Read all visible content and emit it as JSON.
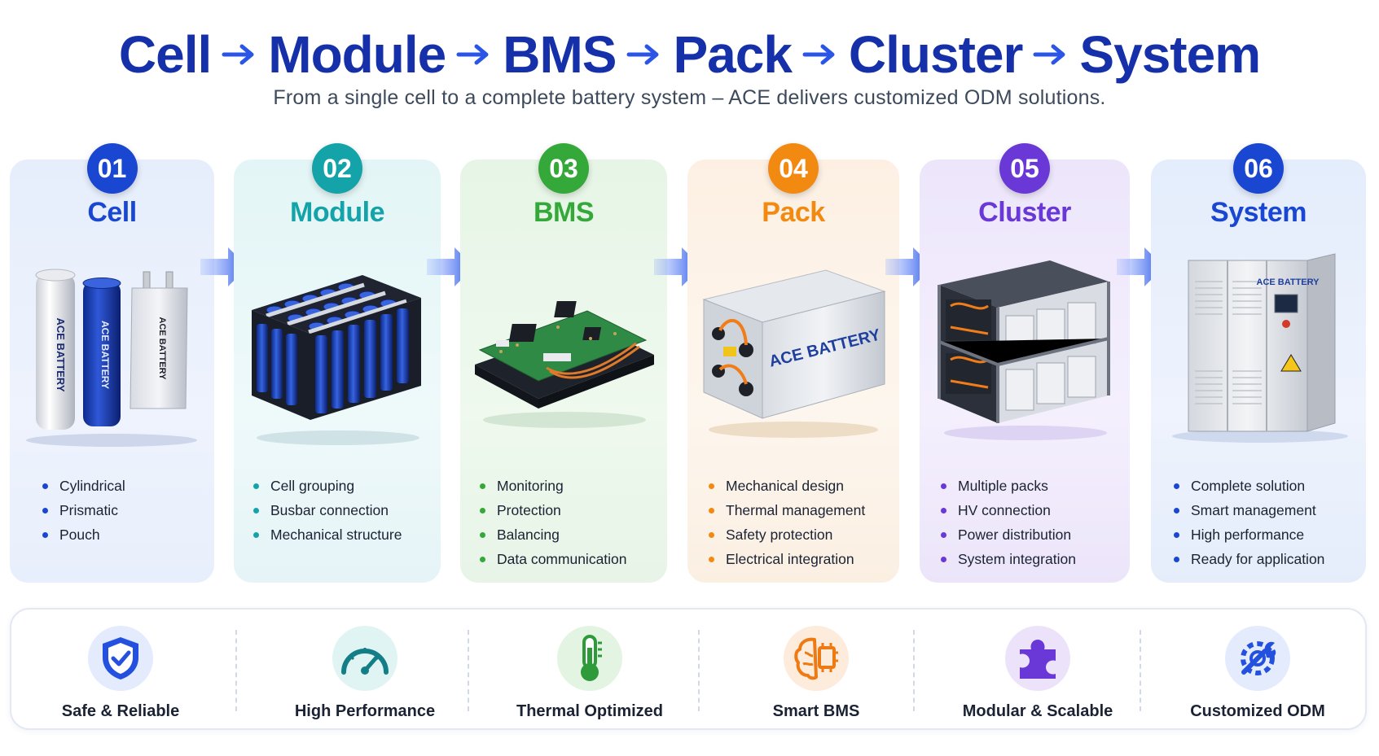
{
  "title": {
    "words": [
      "Cell",
      "Module",
      "BMS",
      "Pack",
      "Cluster",
      "System"
    ],
    "subtitle": "From a single cell to a complete battery system – ACE delivers customized ODM solutions."
  },
  "stages": [
    {
      "num": "01",
      "name": "Cell",
      "color": "#1a47d1",
      "bullet_color": "#1a47d1",
      "bullets": [
        "Cylindrical",
        "Prismatic",
        "Pouch"
      ],
      "image_label": "ACE BATTERY"
    },
    {
      "num": "02",
      "name": "Module",
      "color": "#14a3a8",
      "bullet_color": "#14a3a8",
      "bullets": [
        "Cell grouping",
        "Busbar connection",
        "Mechanical structure"
      ]
    },
    {
      "num": "03",
      "name": "BMS",
      "color": "#35a83a",
      "bullet_color": "#35a83a",
      "bullets": [
        "Monitoring",
        "Protection",
        "Balancing",
        "Data communication"
      ]
    },
    {
      "num": "04",
      "name": "Pack",
      "color": "#f28a12",
      "bullet_color": "#f28a12",
      "bullets": [
        "Mechanical design",
        "Thermal management",
        "Safety protection",
        "Electrical integration"
      ],
      "image_label": "ACE BATTERY"
    },
    {
      "num": "05",
      "name": "Cluster",
      "color": "#6a38d6",
      "bullet_color": "#6a38d6",
      "bullets": [
        "Multiple packs",
        "HV connection",
        "Power distribution",
        "System integration"
      ]
    },
    {
      "num": "06",
      "name": "System",
      "color": "#1a47d1",
      "bullet_color": "#1a47d1",
      "bullets": [
        "Complete solution",
        "Smart management",
        "High performance",
        "Ready for application"
      ],
      "image_label": "ACE BATTERY"
    }
  ],
  "features": [
    {
      "label": "Safe & Reliable",
      "icon": "shield-check-icon"
    },
    {
      "label": "High Performance",
      "icon": "gauge-icon"
    },
    {
      "label": "Thermal Optimized",
      "icon": "thermometer-icon"
    },
    {
      "label": "Smart BMS",
      "icon": "brain-chip-icon"
    },
    {
      "label": "Modular & Scalable",
      "icon": "puzzle-icon"
    },
    {
      "label": "Customized ODM",
      "icon": "tools-gear-icon"
    }
  ]
}
